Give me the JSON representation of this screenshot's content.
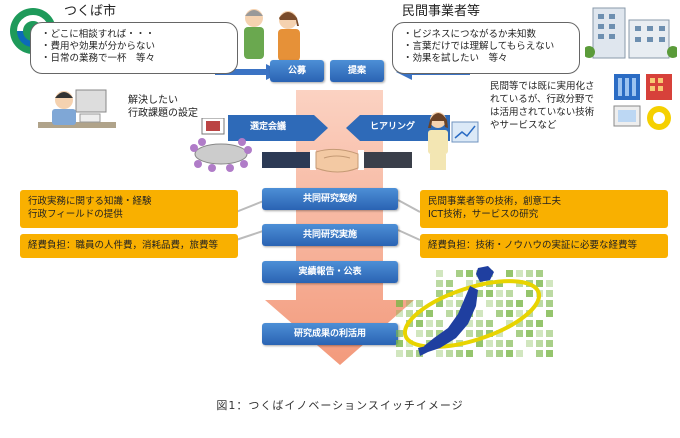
{
  "left_org": {
    "name": "つくば市",
    "bullets": [
      "・どこに相談すれば・・・",
      "・費用や効果が分からない",
      "・日常の業務で一杯　等々"
    ]
  },
  "right_org": {
    "name": "民間事業者等",
    "bullets": [
      "・ビジネスにつながるか未知数",
      "・言葉だけでは理解してもらえない",
      "・効果を試したい　等々"
    ]
  },
  "left_note": [
    "解決したい",
    "行政課題の設定"
  ],
  "right_note": [
    "民間等では既に実用化さ",
    "れているが、行政分野で",
    "は活用されていない技術",
    "やサービスなど"
  ],
  "buttons": {
    "koubo": "公募",
    "teian": "提案",
    "selection": "選定会議",
    "hearing": "ヒアリング",
    "contract": "共同研究契約",
    "implementation": "共同研究実施",
    "report": "実績報告・公表",
    "utilization": "研究成果の利活用"
  },
  "left_boxes": {
    "knowledge": [
      "行政実務に関する知識・経験",
      "行政フィールドの提供"
    ],
    "cost": "経費負担：職員の人件費，消耗品費，旅費等"
  },
  "right_boxes": {
    "tech": [
      "民間事業者等の技術，創意工夫",
      "ICT技術，サービスの研究"
    ],
    "cost": "経費負担：技術・ノウハウの実証に必要な経費等"
  },
  "caption": "図1：つくばイノベーションスイッチイメージ",
  "colors": {
    "arrow": "#f4a890",
    "button_blue": "#2a63b3",
    "orange_box": "#f9b000",
    "map_green": "#7ab648",
    "map_blue": "#1f3fa0"
  }
}
